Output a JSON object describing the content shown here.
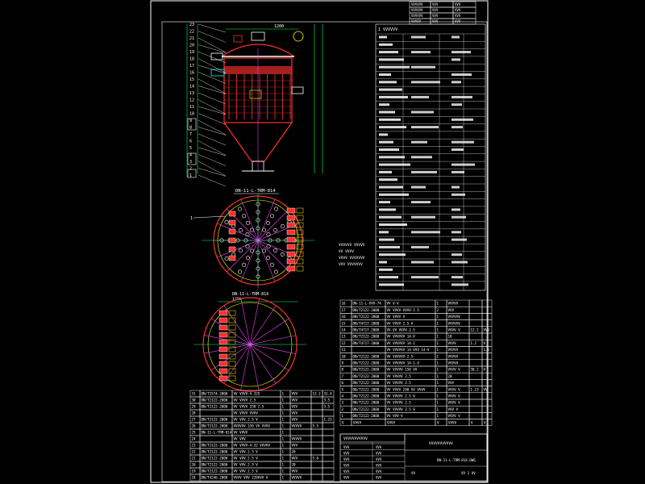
{
  "colors": {
    "background": "#000000",
    "frame": "#ffffff",
    "vessel": "#ff3030",
    "dim": "#00ff66",
    "cyan": "#00ffff",
    "yellow": "#ffff00",
    "magenta": "#ff40ff"
  },
  "drawing": {
    "section_label_1": "DN-11-L-TRM-814",
    "section_label_2": "DN-11-L-TRM-814",
    "note_lines": [
      "VVVVVV VVVVV",
      "VV VVVV",
      "VVVV VVVVVVV",
      "VVV VVVVVVV"
    ]
  },
  "dims": {
    "top": "1200",
    "top2": "1150",
    "plan2_top": "1150"
  },
  "callouts": [
    "23",
    "22",
    "21",
    "20",
    "19",
    "18",
    "17",
    "16",
    "15",
    "14",
    "13",
    "12",
    "11",
    "10",
    "9",
    "8",
    "7",
    "6",
    "5",
    "4",
    "3",
    "2",
    "1"
  ],
  "title_block_top": [
    [
      "VVVVVV",
      "VVV",
      "VVV"
    ],
    [
      "VVVVVV",
      "VVV",
      "VVV"
    ],
    [
      "VVVVVV",
      "VVV",
      "VVV"
    ],
    [
      "VVVVV",
      "VVV",
      "VVV"
    ]
  ],
  "spec_header": "1 VVVVVV",
  "bom_lower": [
    [
      "31",
      "DN/T2574-2000",
      "VV VVVV-4-32S",
      "1",
      "VVV",
      "13.2",
      "31.4"
    ],
    [
      "30",
      "DN/T2122-2000",
      "VV VVVV 2.5",
      "1",
      "VVV",
      "",
      "3.5"
    ],
    [
      "29",
      "DN/T2122-2000",
      "VV VVVV 250 2.5",
      "1",
      "VVV",
      "",
      "3.5"
    ],
    [
      "28",
      "",
      "VV VVVV VVVV",
      "1",
      "VVV",
      "",
      ""
    ],
    [
      "27",
      "DN/T2122-2000",
      "VV VVV.2.5 V",
      "1",
      "VVV",
      "",
      "1.23"
    ],
    [
      "26",
      "DN/T2122-2000",
      "VVVVVV-150 VV VVVV",
      "1",
      "VVVVV",
      "5.5",
      ""
    ],
    [
      "25",
      "DN-11-L-TRM-814",
      "VV VVVV",
      "1",
      "",
      "",
      ""
    ],
    [
      "24",
      "",
      "VV VVV",
      "1",
      "VVVVV",
      "",
      ""
    ],
    [
      "23",
      "DN/T2122-2000",
      "VV VVVV-4-32 VVVVV",
      "1",
      "VVV",
      "",
      ""
    ],
    [
      "22",
      "DN/T2122-2000",
      "VV VVV.2.5 V",
      "1",
      "20",
      "",
      ""
    ],
    [
      "21",
      "DN/T2122-2000",
      "VV VVV.2.5 V",
      "1",
      "VVV",
      "5.6",
      ""
    ],
    [
      "20",
      "DN/T2122-2000",
      "VV VVV.2.5 V",
      "1",
      "20",
      "",
      ""
    ],
    [
      "19",
      "DN/T2122-2000",
      "VV VVV.2.5 V",
      "1",
      "VVV",
      "",
      ""
    ],
    [
      "18",
      "DN/T4246-2000",
      "VVVV VVV 220VVV V",
      "1",
      "VVVVV",
      "",
      ""
    ]
  ],
  "bom_right": [
    [
      "16",
      "DN-11-L-VVV-74",
      "VV V-V",
      "1",
      "VVVVV",
      "",
      ""
    ],
    [
      "17",
      "DN/T2122-2000",
      "VV VVVV-VVVV-2.5",
      "2",
      "VVV",
      "",
      ""
    ],
    [
      "16",
      "DN/T2122-2000",
      "VV VVVV V",
      "1",
      "VVVVVV",
      "",
      ""
    ],
    [
      "15",
      "DN/T4717-2000",
      "VV VVVV 2.5 V",
      "1",
      "VVVVVV",
      "",
      ""
    ],
    [
      "14",
      "DN/T4717-2000",
      "VV-VV VVVV-2.5",
      "1",
      "VVVV V",
      "12.2",
      "VVV"
    ],
    [
      "13",
      "DN/T2122-2000",
      "VV VVVVVV 14-V",
      "1",
      "10",
      "",
      ""
    ],
    [
      "12",
      "DN/T4717-2000",
      "VV VVVVVV 14-1",
      "1",
      "VVVV",
      "1.2",
      "V"
    ],
    [
      "11",
      "",
      "VV VVVVVV 14-VVV 14-V",
      "1",
      "VVVVV",
      "",
      "1.5"
    ],
    [
      "10",
      "DN/T2122-2000",
      "VV VVVVVV-2.5",
      "1",
      "VVVVV",
      "",
      ""
    ],
    [
      "9",
      "DN/T2122-2000",
      "VV VVVVVV 14-1-V",
      "1",
      "VVVVV",
      "",
      ""
    ],
    [
      "8",
      "DN/T2122-2000",
      "VV VVVVV-150 VV",
      "1",
      "VVVV V",
      "30.2",
      "V"
    ],
    [
      "7",
      "DN/T2122-2000",
      "VV VVVVV 2.5",
      "1",
      "20",
      "",
      ""
    ],
    [
      "6",
      "DN/T2122-2000",
      "VV VVVVV 2.5",
      "1",
      "VVV",
      "",
      ""
    ],
    [
      "5",
      "DN/T2122-2000",
      "VV VVVV 200 VV VVVV",
      "1",
      "VVVV V",
      "1.23",
      "VV"
    ],
    [
      "4",
      "DN/T2122-2000",
      "VV VVVVV 2.5 V",
      "1",
      "VVVV V",
      "",
      ""
    ],
    [
      "3",
      "DN/T2122-2000",
      "VV VVVVV 2.5",
      "1",
      "VVVV V",
      "",
      ""
    ],
    [
      "2",
      "DN/T2122-2000",
      "VV VVVVV 2.5 V",
      "1",
      "VVV V",
      "",
      ""
    ],
    [
      "1",
      "DN/T2122-2000",
      "VV VVV-V",
      "1",
      "VVVV V",
      "",
      ""
    ]
  ],
  "bom_headers": [
    "V",
    "VVVV",
    "VVVV",
    "V",
    "VVVV",
    "V",
    "V"
  ],
  "title_block": {
    "company": "VVVVVVVVVVV",
    "drawing_title": "VVVVVVVVVVV",
    "drawing_no": "DN-11-L-TRM-814.DWG",
    "rows": [
      [
        "VVV",
        "VVV"
      ],
      [
        "VVV",
        "VVV"
      ],
      [
        "VVV",
        "VVV"
      ],
      [
        "VVV",
        "VVV"
      ],
      [
        "VVV",
        "VVV"
      ],
      [
        "VVV",
        "VVV"
      ]
    ],
    "scale": "VV",
    "sheet": "VV 1 VV"
  }
}
